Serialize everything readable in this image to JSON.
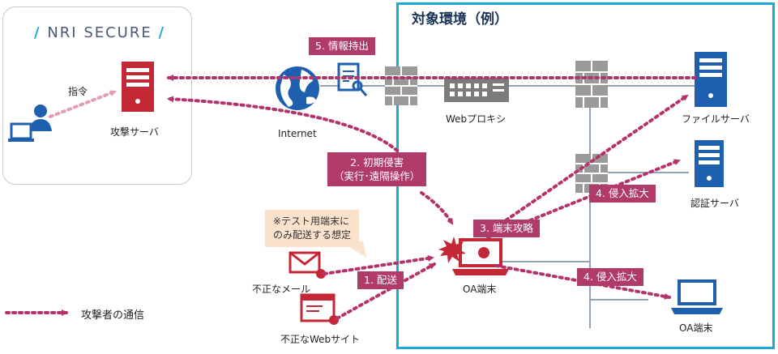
{
  "brand": {
    "logo_text": "NRI SECURE"
  },
  "target_env": {
    "title": "対象環境（例）"
  },
  "nodes": {
    "attack_server": "攻撃サーバ",
    "command": "指令",
    "internet": "Internet",
    "web_proxy": "Webプロキシ",
    "file_server": "ファイルサーバ",
    "auth_server": "認証サーバ",
    "oa_terminal_main": "OA端末",
    "oa_terminal_sub": "OA端末",
    "bad_mail": "不正なメール",
    "bad_site": "不正なWebサイト"
  },
  "steps": {
    "step1": "1. 配送",
    "step2_line1": "2. 初期侵害",
    "step2_line2": "（実行･遠隔操作）",
    "step3": "3. 端末攻略",
    "step4a": "4. 侵入拡大",
    "step4b": "4. 侵入拡大",
    "step5": "5. 情報持出"
  },
  "note": {
    "line1": "※テスト用端末に",
    "line2": "のみ配送する想定"
  },
  "legend": {
    "label": "攻撃者の通信"
  },
  "colors": {
    "accent_red": "#c42736",
    "tag_magenta": "#b03a68",
    "dotted": "#b5336a",
    "box_blue": "#22a8d3",
    "server_blue": "#1f5fb0"
  }
}
